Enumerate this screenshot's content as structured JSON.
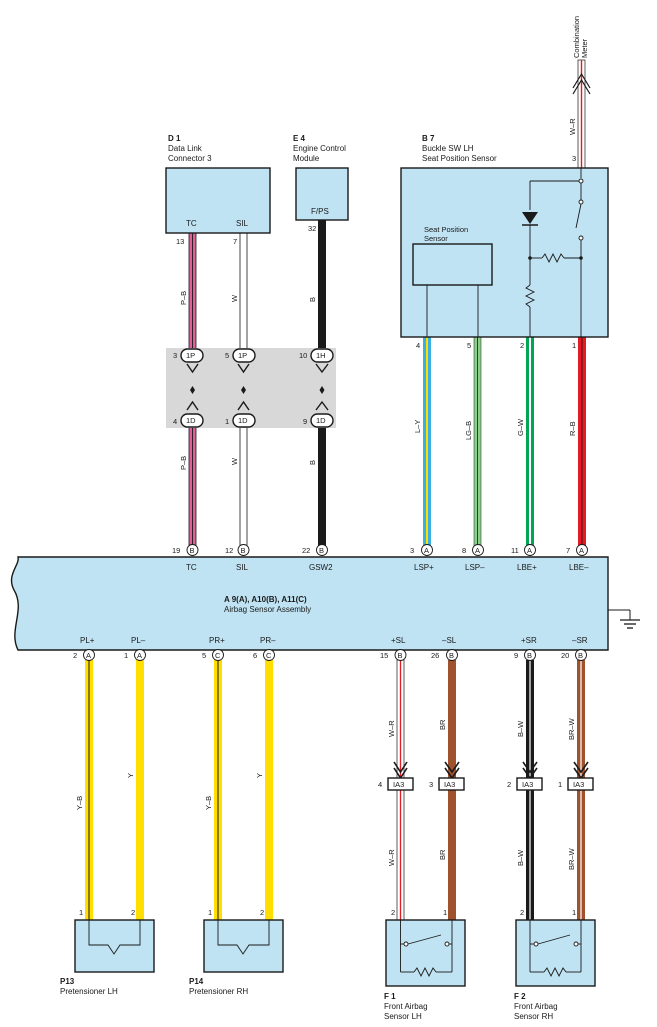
{
  "components": {
    "d1": {
      "id": "D 1",
      "name_line1": "Data Link",
      "name_line2": "Connector 3",
      "pin_tc": "TC",
      "pin_sil": "SIL"
    },
    "e4": {
      "id": "E 4",
      "name_line1": "Engine Control",
      "name_line2": "Module",
      "pin_fps": "F/PS"
    },
    "b7": {
      "id": "B 7",
      "name_line1": "Buckle SW LH",
      "name_line2": "Seat Position Sensor",
      "inner_line1": "Seat Position",
      "inner_line2": "Sensor"
    },
    "meter": {
      "line1": "Combination",
      "line2": "Meter"
    },
    "a9": {
      "title": "A 9(A), A10(B), A11(C)",
      "subtitle": "Airbag Sensor Assembly"
    },
    "p13": {
      "id": "P13",
      "name": "Pretensioner LH"
    },
    "p14": {
      "id": "P14",
      "name": "Pretensioner RH"
    },
    "f1": {
      "id": "F 1",
      "name_line1": "Front Airbag",
      "name_line2": "Sensor LH"
    },
    "f2": {
      "id": "F 2",
      "name_line1": "Front Airbag",
      "name_line2": "Sensor RH"
    }
  },
  "junctions": {
    "upper": [
      "1P",
      "1P",
      "1H"
    ],
    "lower": [
      "1D",
      "1D",
      "1D"
    ],
    "ia3": [
      "IA3",
      "IA3",
      "IA3",
      "IA3"
    ]
  },
  "pins": {
    "d1_tc": "13",
    "d1_sil": "7",
    "e4_fps": "32",
    "j_up_tc": "3",
    "j_up_sil": "5",
    "j_up_fps": "10",
    "j_lo_tc": "4",
    "j_lo_sil": "1",
    "j_lo_fps": "9",
    "b7_lsp_plus": "4",
    "b7_lsp_minus": "5",
    "b7_lbe_plus": "2",
    "b7_lbe_minus": "1",
    "b7_meter": "3",
    "a_tc": "19",
    "a_sil": "12",
    "a_gsw2": "22",
    "a_lsp_plus": "3",
    "a_lsp_minus": "8",
    "a_lbe_plus": "11",
    "a_lbe_minus": "7",
    "a_pl_plus": "2",
    "a_pl_minus": "1",
    "a_pr_plus": "5",
    "a_pr_minus": "6",
    "a_sl_plus": "15",
    "a_sl_minus": "26",
    "a_sr_plus": "9",
    "a_sr_minus": "20",
    "ia3_sl_plus": "4",
    "ia3_sl_minus": "3",
    "ia3_sr_plus": "2",
    "ia3_sr_minus": "1",
    "p13_1": "1",
    "p13_2": "2",
    "p14_1": "1",
    "p14_2": "2",
    "f1_2": "2",
    "f1_1": "1",
    "f2_2": "2",
    "f2_1": "1"
  },
  "connector_letters": {
    "b": "B",
    "a": "A",
    "c": "C"
  },
  "terminals": {
    "tc": "TC",
    "sil": "SIL",
    "gsw2": "GSW2",
    "lsp_plus": "LSP+",
    "lsp_minus": "LSP–",
    "lbe_plus": "LBE+",
    "lbe_minus": "LBE–",
    "pl_plus": "PL+",
    "pl_minus": "PL–",
    "pr_plus": "PR+",
    "pr_minus": "PR–",
    "sl_plus": "+SL",
    "sl_minus": "–SL",
    "sr_plus": "+SR",
    "sr_minus": "–SR"
  },
  "wire_codes": {
    "tc": "P–B",
    "sil": "W",
    "fps": "B",
    "lsp_plus": "L–Y",
    "lsp_minus": "LG–B",
    "lbe_plus": "G–W",
    "lbe_minus": "R–B",
    "meter": "W–R",
    "pl_plus": "Y–B",
    "pl_minus": "Y",
    "pr_plus": "Y–B",
    "pr_minus": "Y",
    "sl_plus": "W–R",
    "sl_minus": "BR",
    "sr_plus": "B–W",
    "sr_minus": "BR–W"
  },
  "colors": {
    "box_fill": "#bfe3f3",
    "junction_fill": "#d8d8d8",
    "pink": "#e0609a",
    "white": "#ffffff",
    "black": "#1a1a1a",
    "blue": "#3ab0e0",
    "yellow": "#ffde00",
    "lightgreen": "#8ccf8c",
    "green": "#00a651",
    "red": "#e31b23",
    "brown": "#a0522d"
  }
}
